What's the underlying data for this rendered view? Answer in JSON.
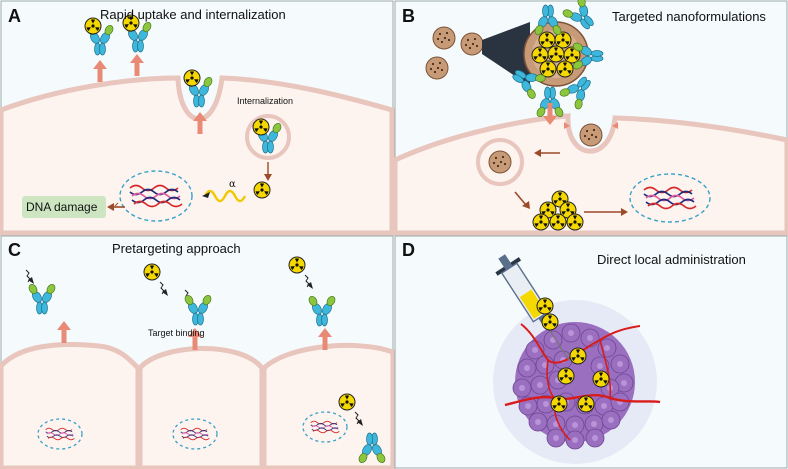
{
  "panels": {
    "a": {
      "letter": "A",
      "title": "Rapid uptake and internalization",
      "internalization_label": "Internalization",
      "alpha_label": "α",
      "dna_damage_label": "DNA damage"
    },
    "b": {
      "letter": "B",
      "title": "Targeted nanoformulations"
    },
    "c": {
      "letter": "C",
      "title": "Pretargeting approach",
      "target_binding_label": "Target binding"
    },
    "d": {
      "letter": "D",
      "title": "Direct local administration"
    }
  },
  "colors": {
    "panel_bg": "#f7fbfd",
    "cell_fill": "#fdf4ef",
    "membrane": "#e8c5bd",
    "arrow_up": "#e88a76",
    "arrow_flow": "#9b4a2a",
    "antibody_blue": "#3db7dc",
    "antibody_green": "#8cc63f",
    "radio_yellow": "#f5d800",
    "dna_red": "#d62a2a",
    "dna_navy": "#1e2a7a",
    "dna_pink": "#e05aa0",
    "nucleus_border": "#3aa0c8",
    "nano_fill": "#c79a78",
    "tumor_purple": "#9b6fc0",
    "vessel_red": "#d81c1c",
    "dna_damage_box": "#cde6c1",
    "syringe_steel": "#5a6f8a"
  }
}
